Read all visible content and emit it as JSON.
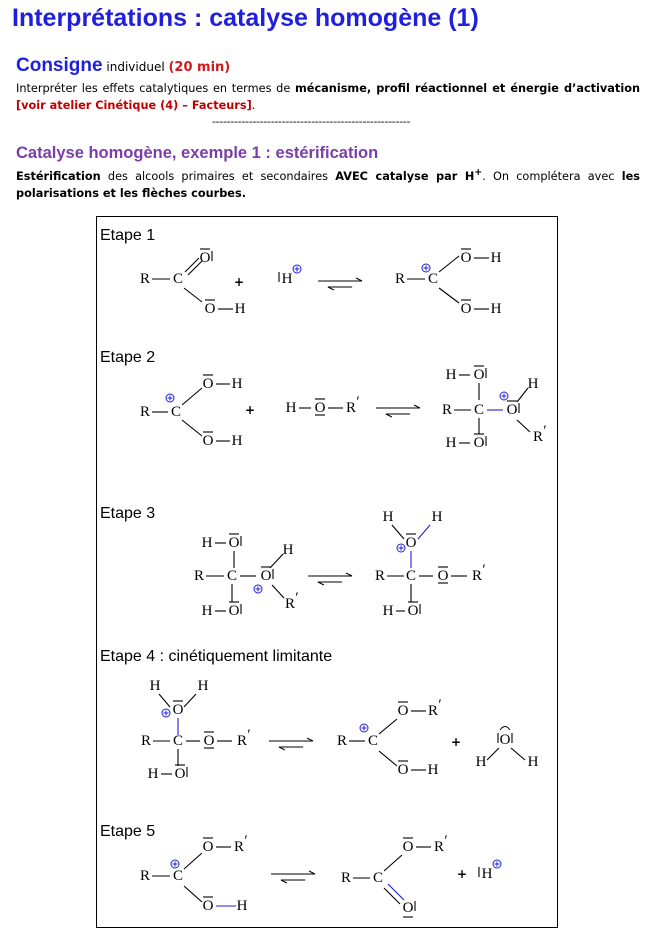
{
  "title": "Interprétations : catalyse homogène (1)",
  "consigne": {
    "heading": "Consigne",
    "mode": "individuel",
    "duration": "(20 min)"
  },
  "instruction": {
    "part1": "Interpréter les effets catalytiques en termes de ",
    "bold": "mécanisme, profil réactionnel et énergie d’activation",
    "link": "[voir atelier Cinétique (4) – Facteurs]",
    "end": "."
  },
  "separator": "------------------------------------------------------",
  "section": {
    "heading": "Catalyse homogène, exemple 1 : estérification",
    "p_bold1": "Estérification",
    "p_text1": " des alcools primaires et secondaires ",
    "p_bold2": "AVEC catalyse par H",
    "p_sup": "+",
    "p_text2": ". On complétera avec ",
    "p_bold3": "les polarisations et les flèches courbes."
  },
  "steps": [
    "Etape 1",
    "Etape 2",
    "Etape 3",
    "Etape 4 : cinétiquement limitante",
    "Etape 5"
  ],
  "atoms": {
    "R": "R",
    "Rp": "R",
    "prime": "′",
    "C": "C",
    "O": "O",
    "H": "H",
    "lone_pair": "|",
    "plus": "+",
    "charge": "⊕"
  }
}
